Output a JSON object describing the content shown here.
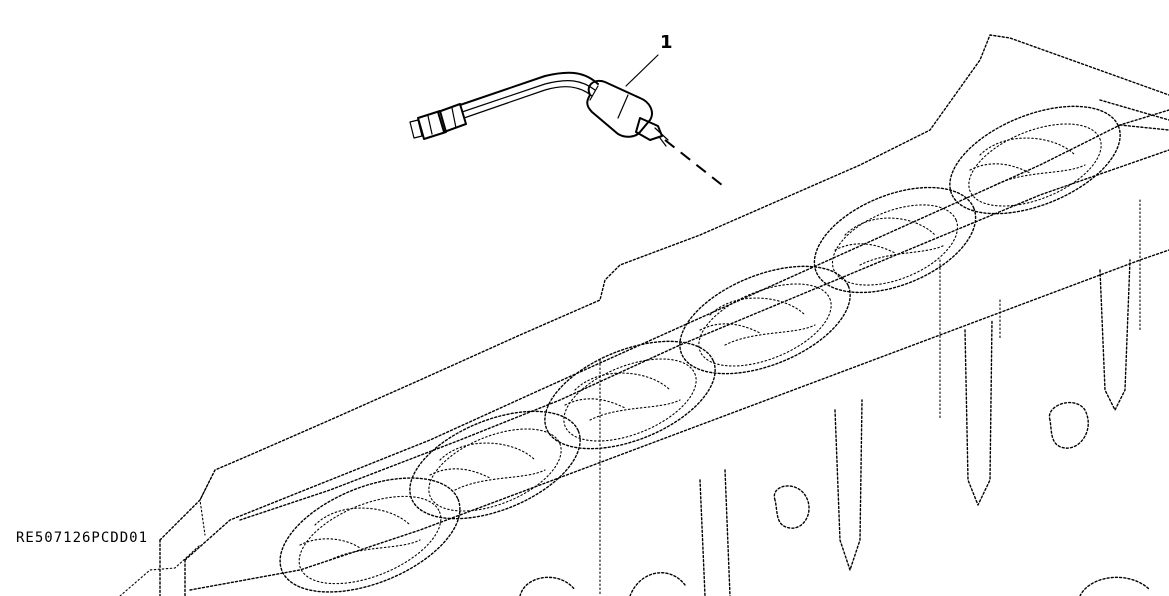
{
  "diagram": {
    "callouts": [
      {
        "number": "1",
        "part": "sensor"
      }
    ],
    "reference_code": "RE507126PCDD01"
  }
}
